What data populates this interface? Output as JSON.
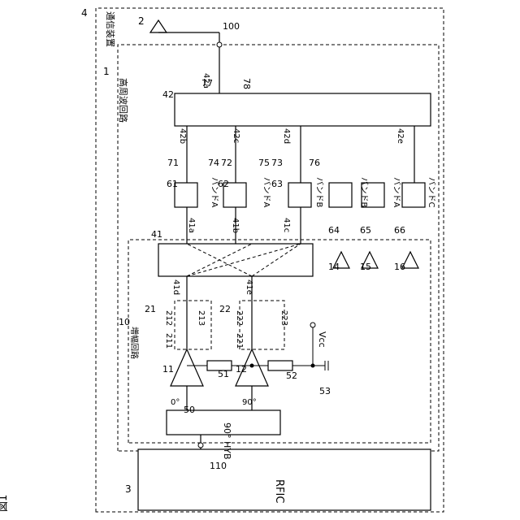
{
  "figure_label": "図1",
  "labels": {
    "device_ref": "4",
    "device_name": "通信装置",
    "module_ref": "1",
    "module_name": "高周波回路",
    "amp_ref": "10",
    "amp_name": "増幅回路",
    "antenna_ref": "2",
    "antenna_terminal": "100",
    "rfic_ref": "3",
    "rfic_name": "RFIC",
    "rfic_terminal": "110",
    "hyb_ref": "50",
    "hyb_name": "90° HYB",
    "phase_0": "0°",
    "phase_90": "90°",
    "pa1": "11",
    "pa2": "12",
    "r51": "51",
    "r52": "52",
    "c53": "53",
    "vcc": "Vcc",
    "match21": "21",
    "match22": "22",
    "m211": "211",
    "m212": "212",
    "m213": "213",
    "m221": "221",
    "m222": "222",
    "m223": "223",
    "switch41": "41",
    "p41a": "41a",
    "p41b": "41b",
    "p41c": "41c",
    "p41d": "41d",
    "p41e": "41e",
    "switch42": "42",
    "p42a": "42a",
    "p42b": "42b",
    "p42c": "42c",
    "p42d": "42d",
    "p42e": "42e",
    "n71": "71",
    "n72": "72",
    "n73": "73",
    "n74": "74",
    "n75": "75",
    "n76": "76",
    "n77": "77",
    "n78": "78",
    "f61": "61",
    "f62": "62",
    "f63": "63",
    "f64": "64",
    "f65": "65",
    "f66": "66",
    "band61": "バンドA",
    "band62": "バンドA",
    "band63": "バンドB",
    "band64": "バンドB",
    "band65": "バンドA",
    "band66": "バンドC",
    "lna14": "14",
    "lna15": "15",
    "lna16": "16"
  }
}
